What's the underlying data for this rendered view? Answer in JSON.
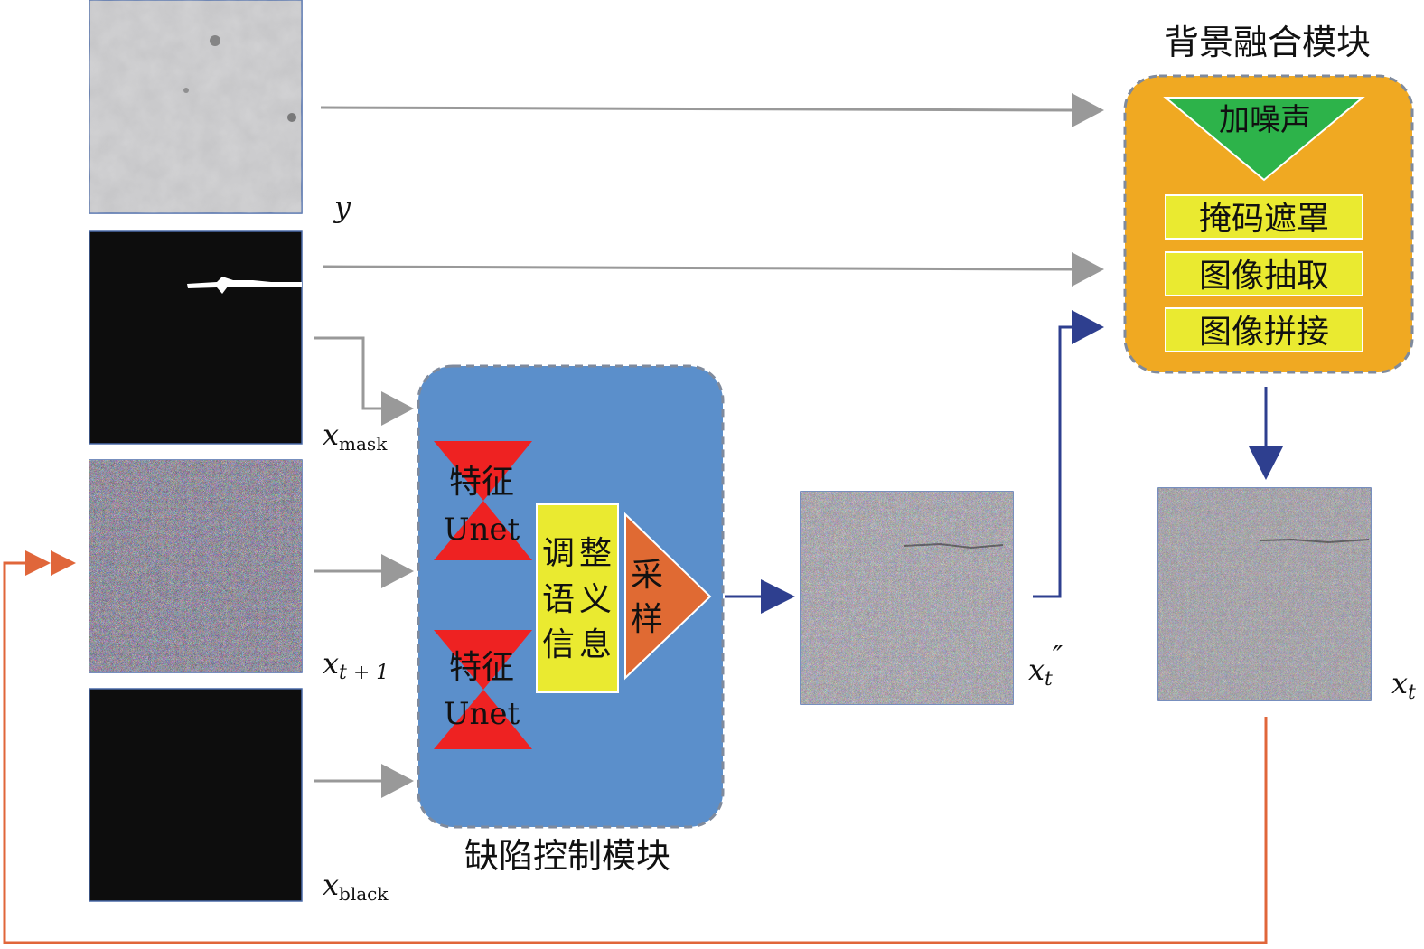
{
  "labels": {
    "y": "y",
    "x_mask_main": "x",
    "x_mask_sub": "mask",
    "x_t1_main": "x",
    "x_t1_sub": "t + 1",
    "x_black_main": "x",
    "x_black_sub": "black",
    "x_t2_main": "x",
    "x_t2_sub": "t",
    "x_t2_prime": "″",
    "x_t_main": "x",
    "x_t_sub": "t"
  },
  "defect_module": {
    "title": "缺陷控制模块",
    "feature_unet_top_1": "特征",
    "feature_unet_top_2": "Unet",
    "feature_unet_bottom_1": "特征",
    "feature_unet_bottom_2": "Unet",
    "adjust_col1_row1": "调",
    "adjust_col2_row1": "整",
    "adjust_col1_row2": "语",
    "adjust_col2_row2": "义",
    "adjust_col1_row3": "信",
    "adjust_col2_row3": "息",
    "sample_1": "采",
    "sample_2": "样"
  },
  "background_module": {
    "title": "背景融合模块",
    "add_noise": "加噪声",
    "mask_cover": "掩码遮罩",
    "image_extract": "图像抽取",
    "image_stitch": "图像拼接"
  },
  "colors": {
    "gray_arrow": "#999999",
    "blue_arrow": "#2e3f8f",
    "orange_arrow": "#e0663a",
    "defect_box": "#5b8fcb",
    "background_box": "#f0a922",
    "red_unet": "#ee2222",
    "yellow": "#eaea30",
    "orange_triangle": "#e06a33",
    "green_triangle": "#2db34a"
  }
}
